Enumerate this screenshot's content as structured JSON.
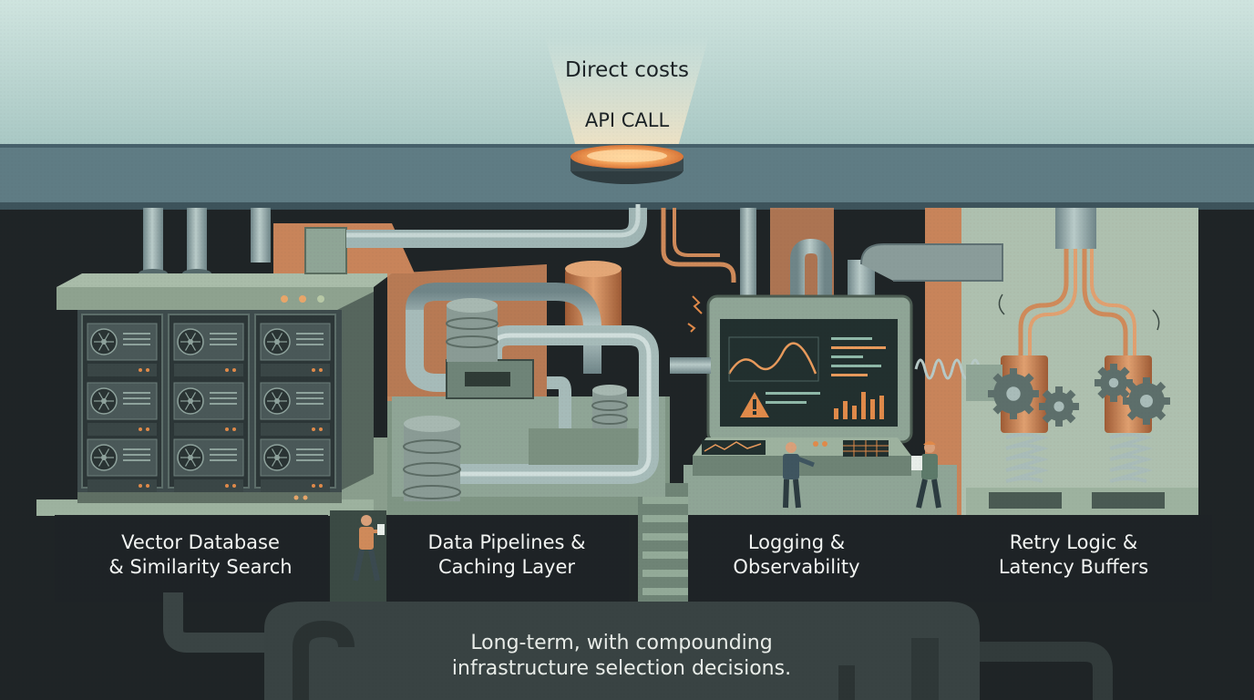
{
  "header": {
    "direct_costs": "Direct costs",
    "api_call": "API CALL"
  },
  "sections": [
    {
      "line1": "Vector Database",
      "line2": "& Similarity Search"
    },
    {
      "line1": "Data Pipelines &",
      "line2": "Caching Layer"
    },
    {
      "line1": "Logging &",
      "line2": "Observability"
    },
    {
      "line1": "Retry Logic &",
      "line2": "Latency Buffers"
    }
  ],
  "footer": {
    "line1": "Long-term, with compounding",
    "line2": "infrastructure selection decisions."
  },
  "colors": {
    "sky_top": "#c9e0dc",
    "sky_bottom": "#a7c6c3",
    "surface": "#5d7a82",
    "underground": "#1f2426",
    "machine_green": "#8fa596",
    "pipe": "#9fb5b4",
    "copper": "#cf8a5a",
    "glow": "#f3a25a",
    "alert": "#e08a4a"
  },
  "icons": [
    "server-rack-icon",
    "fan-icon",
    "database-cylinder-icon",
    "pipe-icon",
    "warning-icon",
    "gear-icon",
    "spring-icon",
    "worker-icon",
    "spark-icon"
  ]
}
